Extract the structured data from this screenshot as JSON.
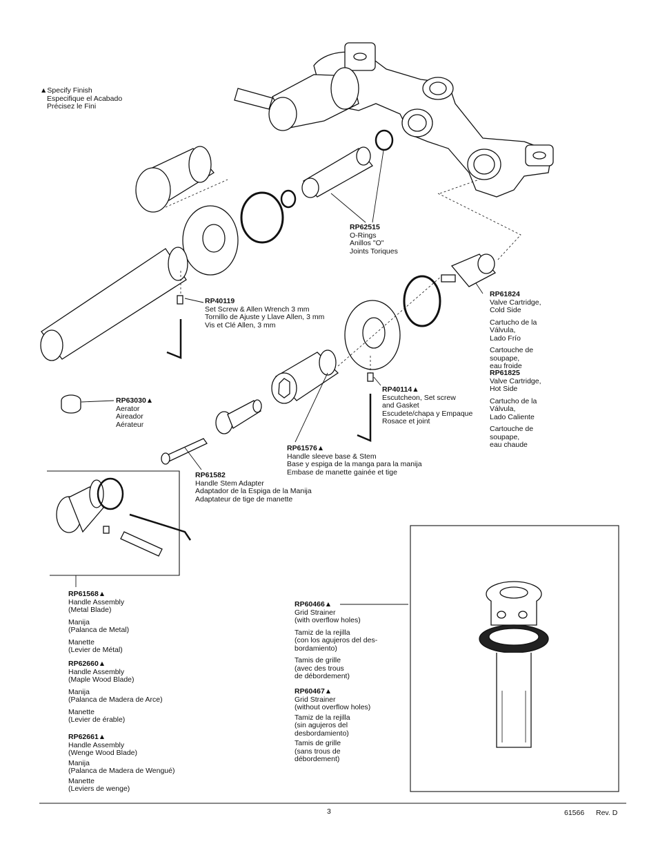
{
  "legend": {
    "lines": [
      "▲Specify Finish",
      "Especifique el Acabado",
      "Précisez le Fini"
    ]
  },
  "parts": {
    "rp62515": {
      "code": "RP62515",
      "lines": [
        "O-Rings",
        "Anillos \"O\"",
        "Joints Toriques"
      ]
    },
    "rp40119": {
      "code": "RP40119",
      "lines": [
        "Set Screw & Allen Wrench 3 mm",
        "Tornillo de Ajuste y Llave Allen, 3 mm",
        "Vis et Clé Allen, 3 mm"
      ]
    },
    "rp61824": {
      "code": "RP61824",
      "lines": [
        "Valve Cartridge,",
        "Cold Side",
        "Cartucho de la",
        "Válvula,",
        "Lado Frío",
        "Cartouche de",
        "soupape,",
        "eau froide"
      ]
    },
    "rp61825": {
      "code": "RP61825",
      "lines": [
        "Valve Cartridge,",
        "Hot Side",
        "Cartucho de la",
        "Válvula,",
        "Lado Caliente",
        "Cartouche de",
        "soupape,",
        "eau chaude"
      ]
    },
    "rp63030": {
      "code": "RP63030▲",
      "lines": [
        "Aerator",
        "Aireador",
        "Aérateur"
      ]
    },
    "rp40114": {
      "code": "RP40114▲",
      "lines": [
        "Escutcheon, Set screw",
        "and Gasket",
        "Escudete/chapa y Empaque",
        "Rosace et joint"
      ]
    },
    "rp61576": {
      "code": "RP61576▲",
      "lines": [
        "Handle sleeve base & Stem",
        "Base y espiga de la manga para la manija",
        "Embase de manette gainée et tige"
      ]
    },
    "rp61582": {
      "code": "RP61582",
      "lines": [
        "Handle Stem Adapter",
        "Adaptador de la Espiga de la Manija",
        "Adaptateur de tige de manette"
      ]
    },
    "rp61568": {
      "code": "RP61568▲",
      "lines": [
        "Handle Assembly",
        "(Metal Blade)",
        "Manija",
        "(Palanca de Metal)",
        "Manette",
        "(Levier de Métal)"
      ]
    },
    "rp62660": {
      "code": "RP62660▲",
      "lines": [
        "Handle Assembly",
        "(Maple Wood Blade)",
        "Manija",
        "(Palanca de Madera de Arce)",
        "Manette",
        "(Levier de érable)"
      ]
    },
    "rp62661": {
      "code": "RP62661▲",
      "lines": [
        "Handle Assembly",
        "(Wenge Wood Blade)",
        "Manija",
        "(Palanca de Madera de Wengué)",
        "Manette",
        "(Leviers de wenge)"
      ]
    },
    "rp60466": {
      "code": "RP60466▲",
      "lines": [
        "Grid Strainer",
        "(with overflow holes)",
        "Tamiz de la rejilla",
        "(con los agujeros del des-",
        "bordamiento)",
        "Tamis de grille",
        "(avec des trous",
        "de débordement)"
      ]
    },
    "rp60467": {
      "code": "RP60467▲",
      "lines": [
        "Grid Strainer",
        "(without overflow holes)",
        "Tamiz de la rejilla",
        "(sin agujeros del",
        "desbordamiento)",
        "Tamis de grille",
        "(sans trous de",
        "débordement)"
      ]
    }
  },
  "footer": {
    "page": "3",
    "doc": "61566",
    "rev": "Rev. D"
  }
}
